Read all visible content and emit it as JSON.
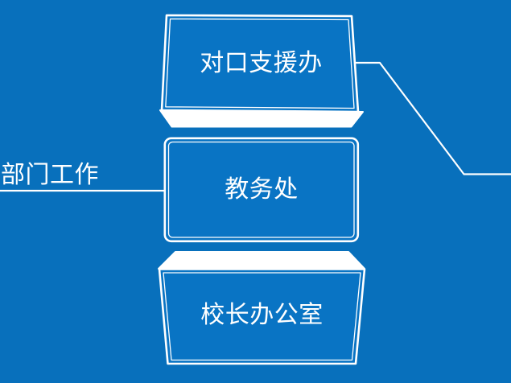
{
  "diagram": {
    "root_label": "部门工作",
    "nodes": [
      {
        "id": "top",
        "label": "对口支援办"
      },
      {
        "id": "middle",
        "label": "教务处"
      },
      {
        "id": "bottom",
        "label": "校长办公室"
      }
    ]
  },
  "colors": {
    "background": "#0870bc",
    "box_fill": "#0974c4",
    "line": "#ffffff",
    "text": "#ffffff"
  }
}
